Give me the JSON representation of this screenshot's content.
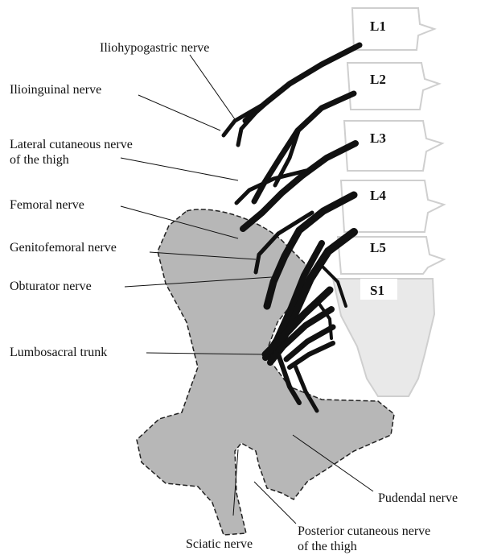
{
  "vertebra_labels": [
    "L1",
    "L2",
    "L3",
    "L4",
    "L5",
    "S1"
  ],
  "labels": {
    "iliohypogastric": "Iliohypogastric nerve",
    "ilioinguinal": "Ilioinguinal nerve",
    "lateral_cutaneous_1": "Lateral cutaneous nerve",
    "lateral_cutaneous_2": "of the thigh",
    "femoral": "Femoral nerve",
    "genitofemoral": "Genitofemoral nerve",
    "obturator": "Obturator nerve",
    "lumbosacral": "Lumbosacral trunk",
    "pudendal": "Pudendal nerve",
    "sciatic": "Sciatic nerve",
    "posterior_cutaneous_1": "Posterior cutaneous nerve",
    "posterior_cutaneous_2": "of the thigh"
  }
}
